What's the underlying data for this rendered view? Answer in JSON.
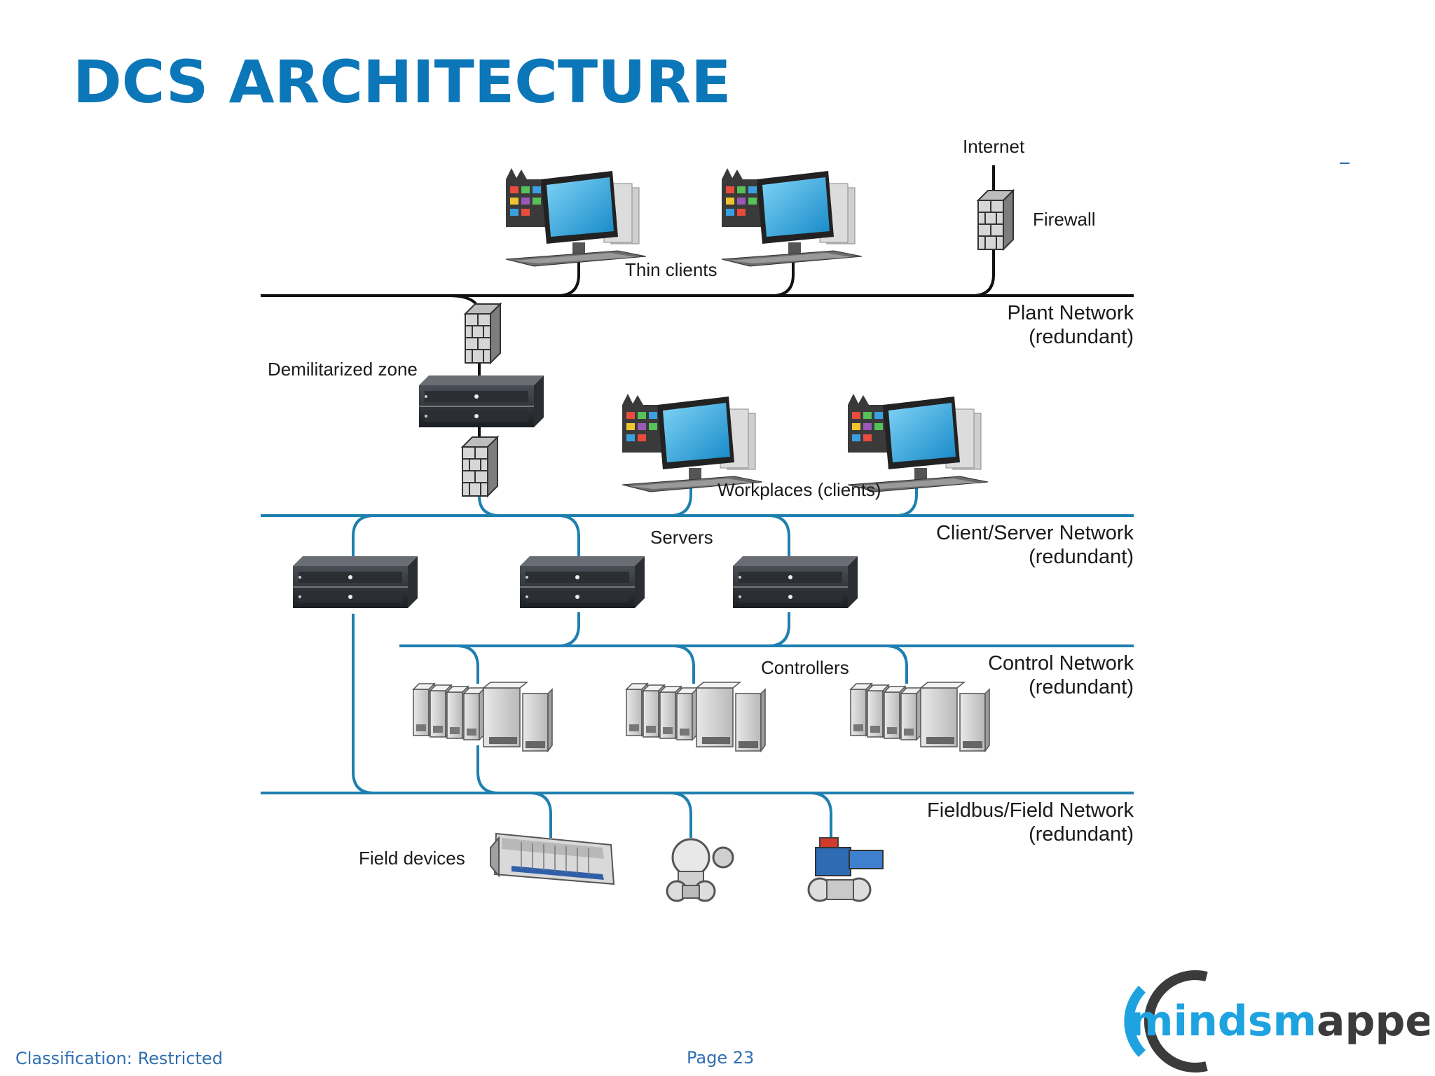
{
  "page": {
    "title": "DCS ARCHITECTURE"
  },
  "labels": {
    "internet": "Internet",
    "firewall": "Firewall",
    "thin_clients": "Thin clients",
    "plant_network_line1": "Plant Network",
    "plant_network_line2": "(redundant)",
    "dmz": "Demilitarized zone",
    "workplaces": "Workplaces (clients)",
    "servers": "Servers",
    "client_server_line1": "Client/Server Network",
    "client_server_line2": "(redundant)",
    "controllers": "Controllers",
    "control_network_line1": "Control Network",
    "control_network_line2": "(redundant)",
    "fieldbus_line1": "Fieldbus/Field Network",
    "fieldbus_line2": "(redundant)",
    "field_devices": "Field devices"
  },
  "footer": {
    "classification": "Classification: Restricted",
    "page": "Page 23"
  },
  "logo": {
    "part1": "minds",
    "part2": "m",
    "part3": "apped"
  },
  "colors": {
    "title": "#0b76b8",
    "network_blue": "#1f7fb0",
    "plant_black": "#111111",
    "footer": "#2f6fb0",
    "logo_blue": "#1ea3e0",
    "logo_dark": "#3b3b3b"
  }
}
